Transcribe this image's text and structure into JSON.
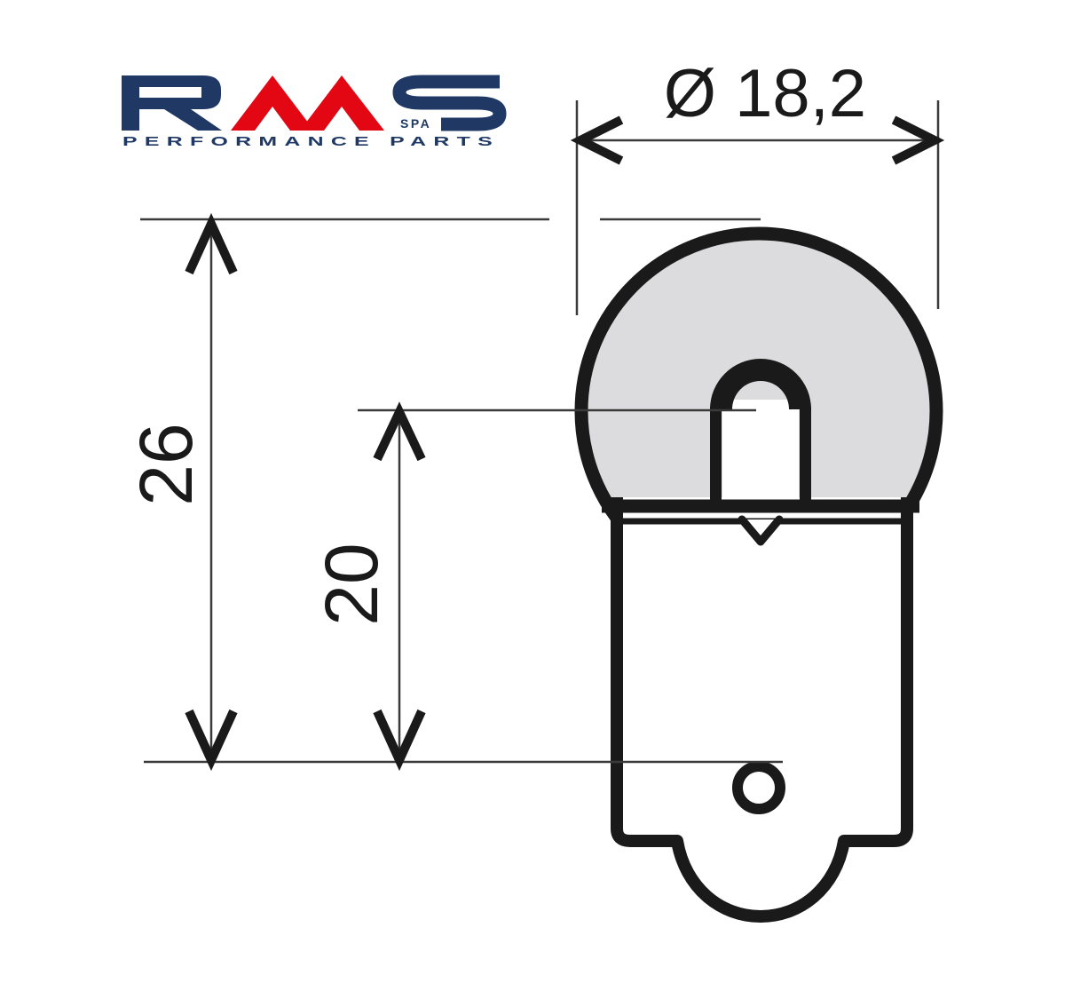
{
  "page": {
    "background": "#FFFFFF"
  },
  "logo": {
    "brand": "RMS",
    "sub": "SPA",
    "tagline": "PERFORMANCE PARTS",
    "navy": "#1F3864",
    "red": "#E30613"
  },
  "drawing": {
    "ink": "#1A1A1A",
    "line_color": "#3A3A3A",
    "glass_fill": "#DCDCDE",
    "dimensions": {
      "diameter_label": "Ø 18,2",
      "overall_length_label": "26",
      "base_length_label": "20"
    }
  }
}
